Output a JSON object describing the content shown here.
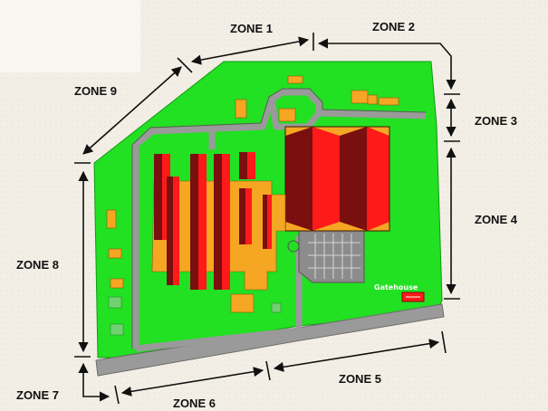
{
  "zones": {
    "z1": "ZONE 1",
    "z2": "ZONE 2",
    "z3": "ZONE 3",
    "z4": "ZONE 4",
    "z5": "ZONE 5",
    "z6": "ZONE 6",
    "z7": "ZONE 7",
    "z8": "ZONE 8",
    "z9": "ZONE 9"
  },
  "gatehouse_label": "Gatehouse",
  "colors": {
    "site": "#22e022",
    "road": "#9a9a9a",
    "roof_dark": "#7a0f0f",
    "roof_red": "#ff1a1a",
    "roof_orange": "#f5a623",
    "pavement": "#8c8c8c",
    "ground": "#f3efe6"
  }
}
